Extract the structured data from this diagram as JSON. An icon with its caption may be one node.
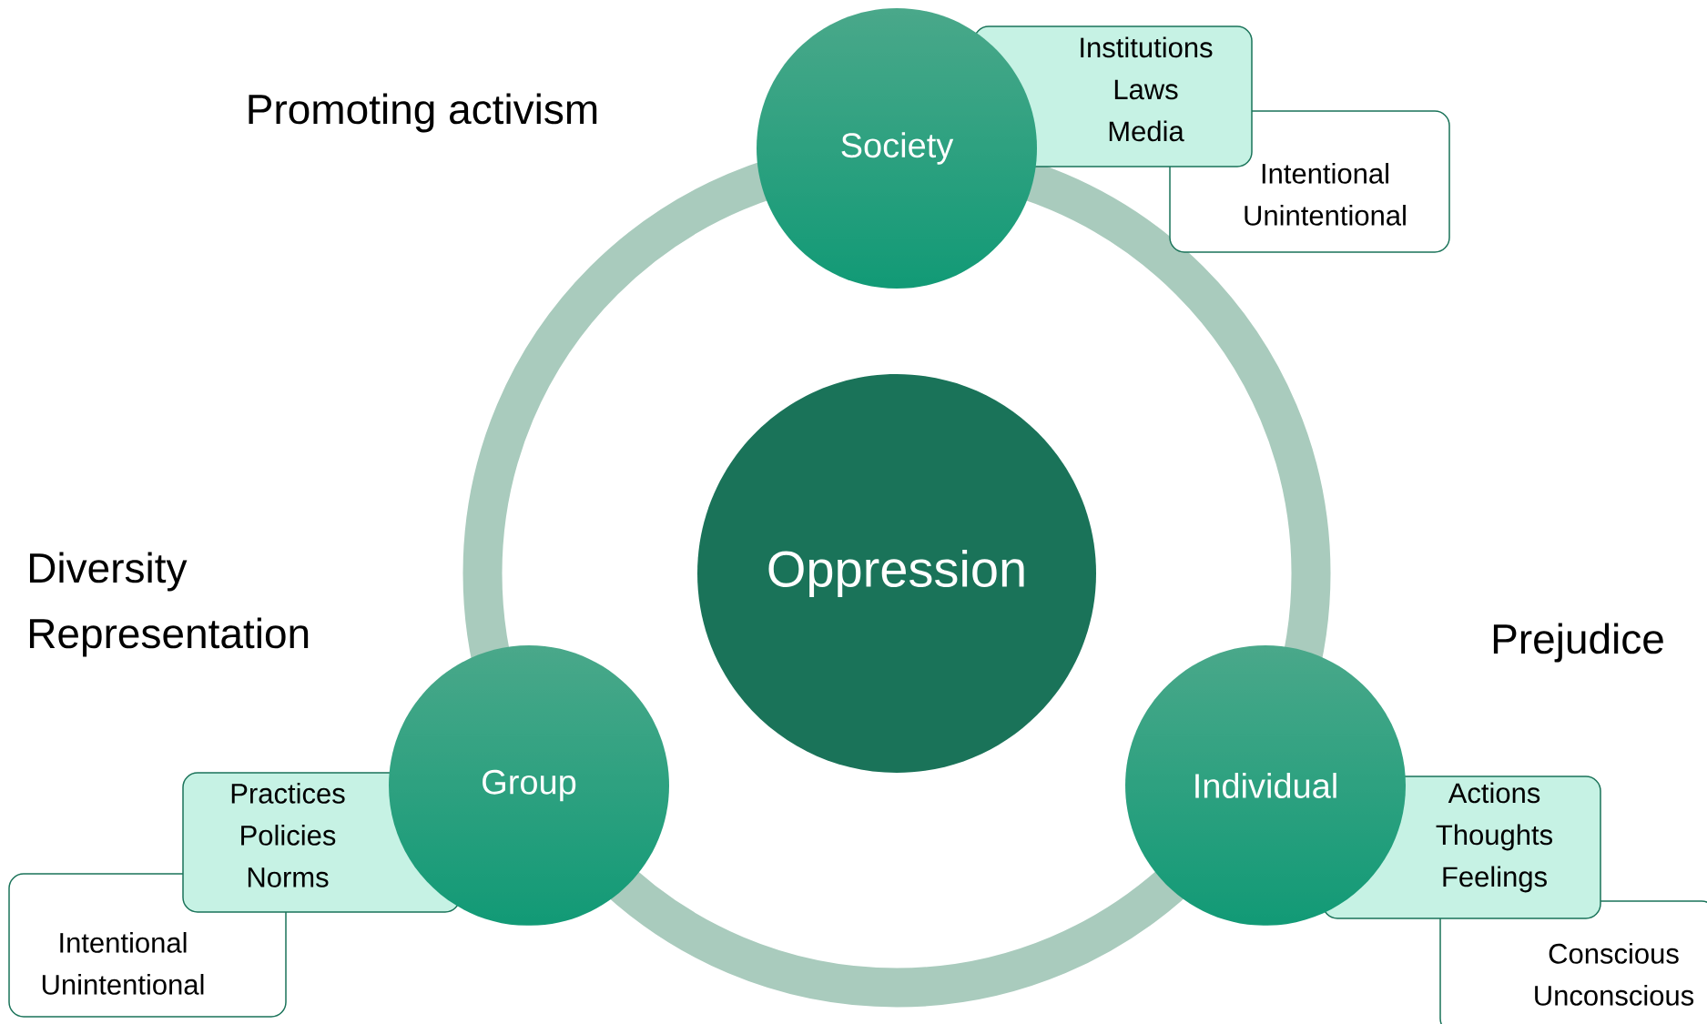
{
  "diagram": {
    "nodes": [
      {
        "text": [
          "Society"
        ]
      },
      {
        "text": [
          "Institutions",
          "Laws",
          "Media"
        ]
      },
      {
        "text": [
          "Intentional",
          "Unintentional"
        ]
      },
      {
        "text": [
          "Oppression"
        ]
      },
      {
        "text": [
          "Group"
        ]
      },
      {
        "text": [
          "Practices",
          "Policies",
          "Norms"
        ]
      },
      {
        "text": [
          "Intentional",
          "Unintentional"
        ]
      },
      {
        "text": [
          "Individual"
        ]
      },
      {
        "text": [
          "Actions",
          "Thoughts",
          "Feelings"
        ]
      },
      {
        "text": [
          "Conscious",
          "Unconscious"
        ]
      }
    ],
    "labels": [
      "Promoting activism",
      "Diversity",
      "Representation",
      "Prejudice"
    ]
  }
}
